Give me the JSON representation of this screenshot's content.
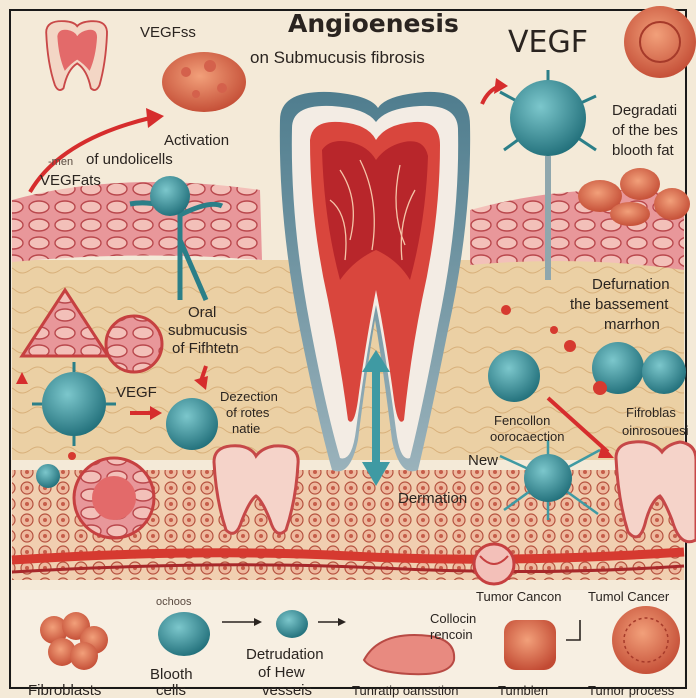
{
  "title": "Angioenesis",
  "subtitle": "on Submucusis fibrosis",
  "vegf_heading": "VEGF",
  "labels": {
    "vegfss": "VEGFss",
    "activation": "Activation",
    "of_undolicells": "of undolicells",
    "vegfats_prefix": "-men",
    "vegfats": "VEGFats",
    "degradation_1": "Degradati",
    "degradation_2": "of the bes",
    "degradation_3": "blooth fat",
    "oral_1": "Oral",
    "oral_2": "submucusis",
    "oral_3": "of Fifhtetn",
    "vegf_small": "VEGF",
    "dezection_1": "Dezection",
    "dezection_2": "of rotes",
    "dezection_3": "natie",
    "deformation_1": "Defurnation",
    "deformation_2": "the bassement",
    "deformation_3": "marrhon",
    "fencollon_1": "Fencollon",
    "fencollon_2": "oorocaection",
    "fibroblas_1": "Fifroblas",
    "fibroblas_2": "oinrosouesi",
    "new": "New",
    "dermation": "Dermation",
    "tumor_cancon": "Tumor Cancon",
    "tumol_cancer": "Tumol Cancer",
    "collocin_1": "Collocin",
    "collocin_2": "rencoin",
    "fibroblasts": "Fibroblasts",
    "blooth_cells_1": "Blooth",
    "blooth_cells_2": "cells",
    "detrudation_1": "Detrudation",
    "detrudation_2": "of Hew",
    "detrudation_3": "vesseis",
    "tunratip": "Tunratip oansstion",
    "tumbelen": "Tumblen",
    "tumor_process": "Tumor process",
    "small_tag": "ochoos"
  },
  "colors": {
    "background": "#f4ead8",
    "tissue_pink": "#e07d82",
    "vessel_red": "#d63a30",
    "cell_teal": "#3f9aa3",
    "tooth_enamel": "#f3ece4",
    "tooth_edge": "#5b7e8e",
    "connective": "#e8c99a"
  },
  "icons": [
    "tooth-icon",
    "vegf-cell-icon",
    "fibroblast-icon",
    "blood-cell-icon",
    "tumor-icon",
    "arrow-icon"
  ]
}
